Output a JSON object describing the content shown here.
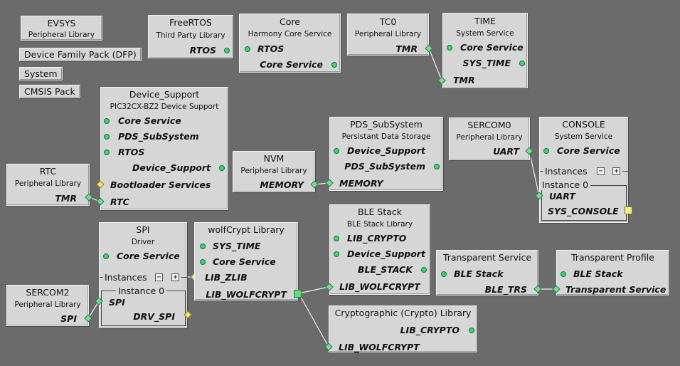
{
  "menu_buttons": [
    "Device Family Pack (DFP)",
    "System",
    "CMSIS Pack"
  ],
  "components": {
    "evsys": {
      "title": "EVSYS",
      "subtitle": "Peripheral Library"
    },
    "freertos": {
      "title": "FreeRTOS",
      "subtitle": "Third Party Library",
      "ports": [
        "RTOS"
      ]
    },
    "core": {
      "title": "Core",
      "subtitle": "Harmony Core Service",
      "ports": [
        "RTOS",
        "Core Service"
      ]
    },
    "tc0": {
      "title": "TC0",
      "subtitle": "Peripheral Library",
      "ports": [
        "TMR"
      ]
    },
    "time": {
      "title": "TIME",
      "subtitle": "System Service",
      "ports": [
        "Core Service",
        "SYS_TIME",
        "TMR"
      ]
    },
    "device_support": {
      "title": "Device_Support",
      "subtitle": "PIC32CX-BZ2 Device Support",
      "ports": [
        "Core Service",
        "PDS_SubSystem",
        "RTOS",
        "Device_Support",
        "Bootloader Services",
        "RTC"
      ]
    },
    "rtc": {
      "title": "RTC",
      "subtitle": "Peripheral Library",
      "ports": [
        "TMR"
      ]
    },
    "nvm": {
      "title": "NVM",
      "subtitle": "Peripheral Library",
      "ports": [
        "MEMORY"
      ]
    },
    "pds": {
      "title": "PDS_SubSystem",
      "subtitle": "Persistant Data Storage",
      "ports": [
        "Device_Support",
        "PDS_SubSystem",
        "MEMORY"
      ]
    },
    "sercom0": {
      "title": "SERCOM0",
      "subtitle": "Peripheral Library",
      "ports": [
        "UART"
      ]
    },
    "console": {
      "title": "CONSOLE",
      "subtitle": "System Service",
      "ports": [
        "Core Service",
        "UART",
        "SYS_CONSOLE"
      ],
      "instances_label": "Instances",
      "instance_title": "Instance 0"
    },
    "spi": {
      "title": "SPI",
      "subtitle": "Driver",
      "ports": [
        "Core Service",
        "SPI",
        "DRV_SPI"
      ],
      "instances_label": "Instances",
      "instance_title": "Instance 0"
    },
    "sercom2": {
      "title": "SERCOM2",
      "subtitle": "Peripheral Library",
      "ports": [
        "SPI"
      ]
    },
    "wolfcrypt": {
      "title": "wolfCrypt Library",
      "ports": [
        "SYS_TIME",
        "Core Service",
        "LIB_ZLIB",
        "LIB_WOLFCRYPT"
      ]
    },
    "ble_stack": {
      "title": "BLE Stack",
      "subtitle": "BLE Stack Library",
      "ports": [
        "LIB_CRYPTO",
        "Device_Support",
        "BLE_STACK",
        "LIB_WOLFCRYPT"
      ]
    },
    "crypto": {
      "title": "Cryptographic (Crypto) Library",
      "ports": [
        "LIB_CRYPTO",
        "LIB_WOLFCRYPT"
      ]
    },
    "transparent_service": {
      "title": "Transparent Service",
      "ports": [
        "BLE Stack",
        "BLE_TRS"
      ]
    },
    "transparent_profile": {
      "title": "Transparent Profile",
      "ports": [
        "BLE Stack",
        "Transparent Service"
      ]
    }
  },
  "colors": {
    "background": "#6b6b6b",
    "component": "#d6d6d6",
    "port_dot": "#39d86a",
    "port_diamond": "#77dd8c",
    "port_optional": "#f3e27a",
    "wire": "#f2f2f2"
  }
}
